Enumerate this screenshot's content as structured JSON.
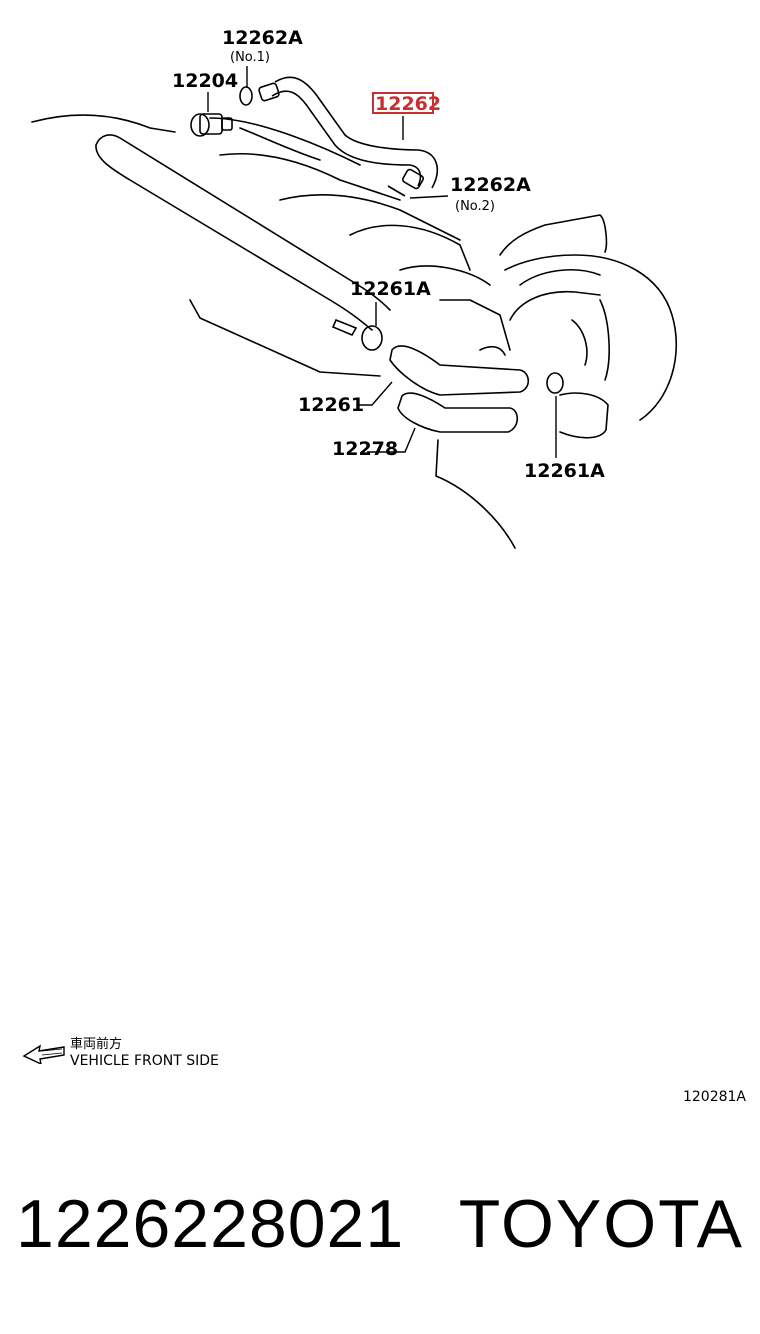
{
  "diagram": {
    "labels": {
      "part_12262A_top": "12262A",
      "part_12262A_top_sub": "(No.1)",
      "part_12204": "12204",
      "part_12262_highlight": "12262",
      "part_12262A_mid": "12262A",
      "part_12262A_mid_sub": "(No.2)",
      "part_12261A_left": "12261A",
      "part_12261": "12261",
      "part_12278": "12278",
      "part_12261A_right": "12261A"
    },
    "highlight_color": "#c8302f"
  },
  "orientation": {
    "ja": "車両前方",
    "en": "VEHICLE FRONT SIDE"
  },
  "figure_ref": "120281A",
  "footer": {
    "part_number": "1226228021",
    "brand": "TOYOTA"
  }
}
